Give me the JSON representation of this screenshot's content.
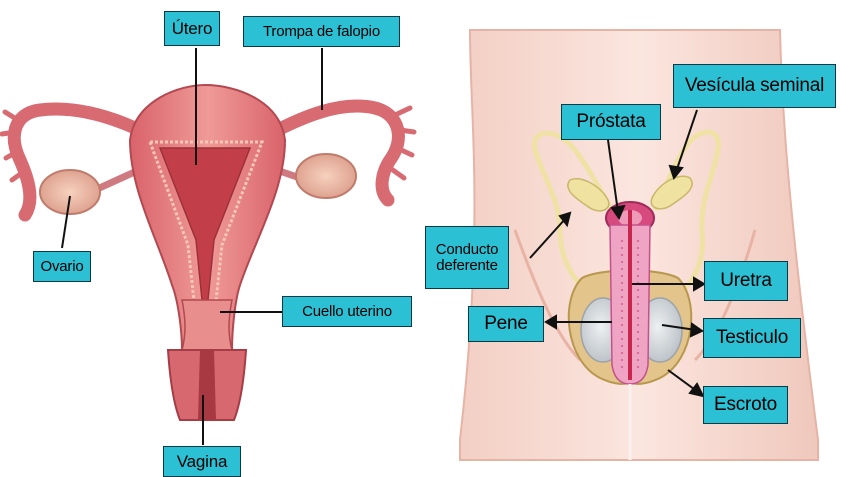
{
  "female": {
    "labels": {
      "utero": "Útero",
      "trompa": "Trompa de falopio",
      "ovario": "Ovario",
      "cuello": "Cuello uterino",
      "vagina": "Vagina"
    }
  },
  "male": {
    "labels": {
      "vesicula": "Vesícula seminal",
      "prostata": "Próstata",
      "conducto_line1": "Conducto",
      "conducto_line2": "deferente",
      "uretra": "Uretra",
      "pene": "Pene",
      "testiculo": "Testiculo",
      "escroto": "Escroto"
    }
  },
  "colors": {
    "label_fill": "#2cc0d4",
    "label_border": "#0c3946",
    "leader_line": "#111111",
    "tissue": "#e07a80",
    "tissue_dark": "#b9464f",
    "tissue_light": "#f2b3ae",
    "skin": "#f6d6cc",
    "skin_edge": "#e9b8ab",
    "duct": "#f1e6a8",
    "testis": "#d8dde0",
    "scrotum": "#e2c388"
  }
}
